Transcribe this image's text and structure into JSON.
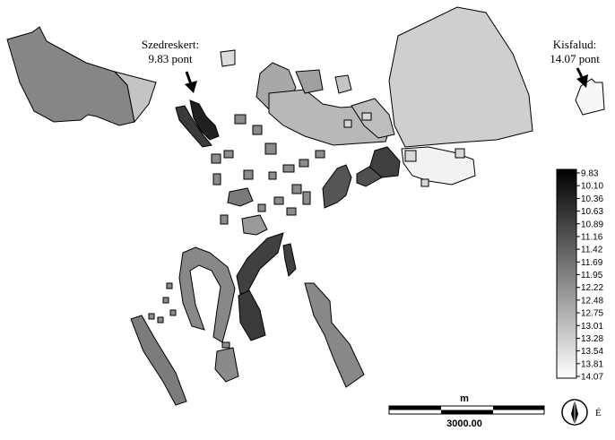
{
  "annotations": {
    "szedreskert": {
      "name": "Szedreskert:",
      "value": "9.83 pont"
    },
    "kisfalud": {
      "name": "Kisfalud:",
      "value": "14.07 pont"
    }
  },
  "legend": {
    "ticks": [
      "9.83",
      "10.10",
      "10.36",
      "10.63",
      "10.89",
      "11.16",
      "11.42",
      "11.69",
      "11.95",
      "12.22",
      "12.48",
      "12.75",
      "13.01",
      "13.28",
      "13.54",
      "13.81",
      "14.07"
    ],
    "color_dark": "#000000",
    "color_light": "#ffffff"
  },
  "scale_bar": {
    "unit": "m",
    "length_label": "3000.00"
  },
  "north_arrow": {
    "label": "É"
  },
  "colors": {
    "darkest": "#202020",
    "dark": "#404040",
    "mid_dark": "#606060",
    "mid": "#808080",
    "mid_light": "#9a9a9a",
    "light": "#c4c4c4",
    "lightest": "#f2f2f2"
  }
}
